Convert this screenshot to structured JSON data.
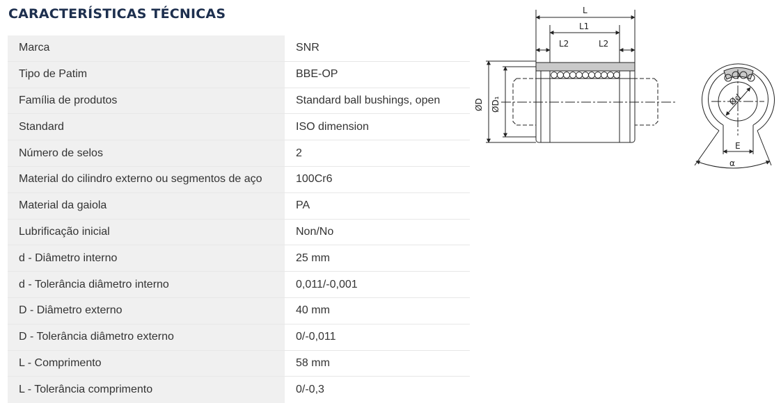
{
  "section_title": "CARACTERÍSTICAS TÉCNICAS",
  "specs": [
    {
      "label": "Marca",
      "value": "SNR"
    },
    {
      "label": "Tipo de Patim",
      "value": "BBE-OP"
    },
    {
      "label": "Família de produtos",
      "value": "Standard ball bushings, open"
    },
    {
      "label": "Standard",
      "value": "ISO dimension"
    },
    {
      "label": "Número de selos",
      "value": "2"
    },
    {
      "label": "Material do cilindro externo ou segmentos de aço",
      "value": "100Cr6"
    },
    {
      "label": "Material da gaiola",
      "value": "PA"
    },
    {
      "label": "Lubrificação inicial",
      "value": "Non/No"
    },
    {
      "label": "d - Diâmetro interno",
      "value": "25 mm"
    },
    {
      "label": "d - Tolerância diâmetro interno",
      "value": "0,011/-0,001"
    },
    {
      "label": "D - Diâmetro externo",
      "value": "40 mm"
    },
    {
      "label": "D - Tolerância diâmetro externo",
      "value": "0/-0,011"
    },
    {
      "label": "L - Comprimento",
      "value": "58 mm"
    },
    {
      "label": "L - Tolerância comprimento",
      "value": "0/-0,3"
    }
  ],
  "drawing": {
    "labels": {
      "L": "L",
      "L1": "L1",
      "L2_left": "L2",
      "L2_right": "L2",
      "OD": "ØD",
      "OD1": "ØD₁",
      "d": "Ød",
      "E": "E",
      "alpha": "α"
    }
  }
}
